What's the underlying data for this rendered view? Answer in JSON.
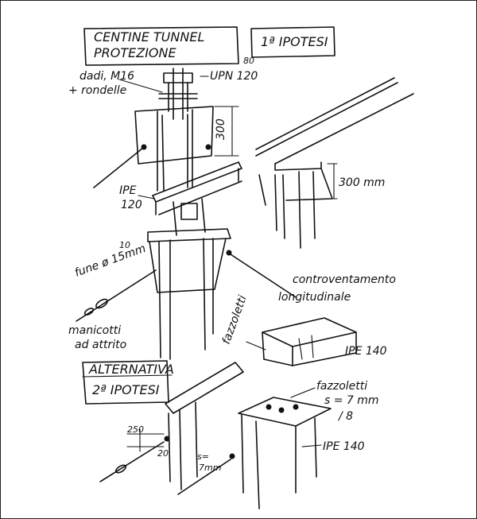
{
  "title_box": {
    "line1": "CENTINE TUNNEL",
    "line2": "PROTEZIONE",
    "hypothesis": "1ª IPOTESI"
  },
  "labels": {
    "dadi": "dadi, M16",
    "rondelle": "+ rondelle",
    "upn": "UPN 120",
    "upn_sup": "80",
    "dim_300_col": "300",
    "dim_300_beam": "300 mm",
    "ipe120_a": "IPE",
    "ipe120_b": "120",
    "fune_num": "10",
    "fune": "fune ø 15mm",
    "controvento_1": "controventamento",
    "controvento_2": "longitudinale",
    "manicotti_1": "manicotti",
    "manicotti_2": "ad attrito",
    "fazzoletti_top": "fazzoletti",
    "ipe140_top": "IPE 140",
    "alternativa_1": "ALTERNATIVA",
    "alternativa_2": "2ª IPOTESI",
    "fazzoletti_bottom_1": "fazzoletti",
    "fazzoletti_bottom_2": "s = 7 mm",
    "fazzoletti_bottom_3": "/ 8",
    "ipe140_bottom": "IPE 140",
    "dim_250": "250",
    "dim_20": "20",
    "dim_s": "s=",
    "dim_7mm": "7mm"
  }
}
